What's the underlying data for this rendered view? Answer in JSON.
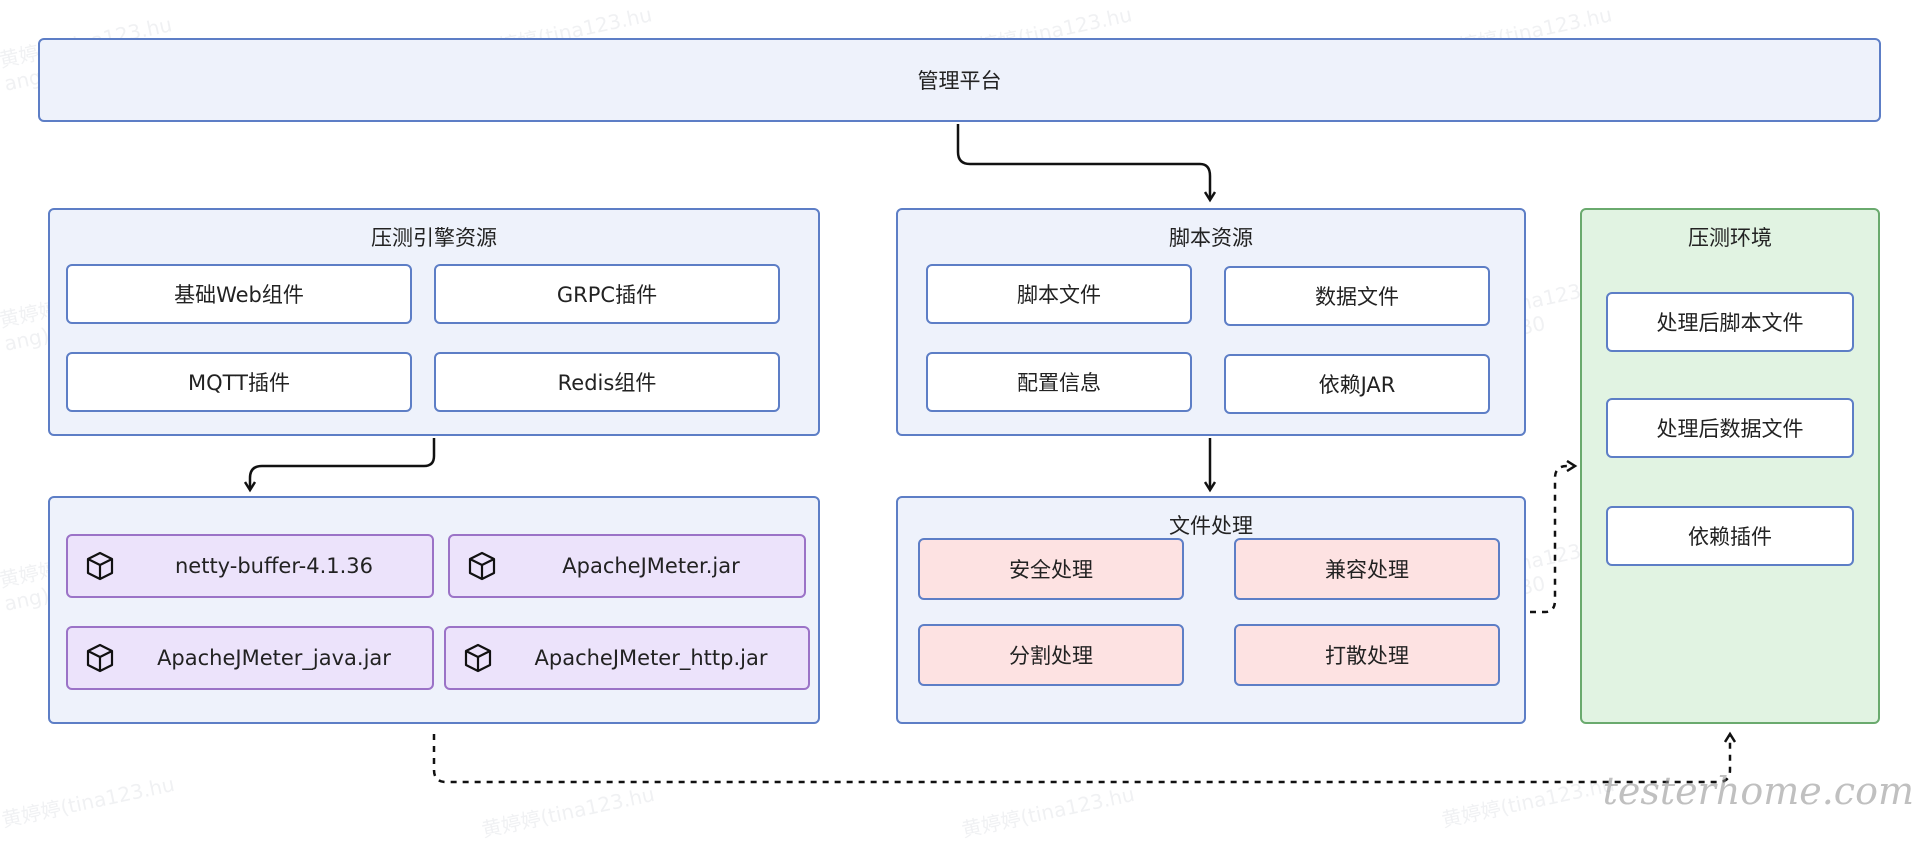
{
  "platform": {
    "title": "管理平台"
  },
  "engine": {
    "title": "压测引擎资源",
    "items": [
      "基础Web组件",
      "GRPC插件",
      "MQTT插件",
      "Redis组件"
    ]
  },
  "jars": {
    "items": [
      "netty-buffer-4.1.36",
      "ApacheJMeter.jar",
      "ApacheJMeter_java.jar",
      "ApacheJMeter_http.jar"
    ],
    "icon": "package-icon"
  },
  "script": {
    "title": "脚本资源",
    "items": [
      "脚本文件",
      "数据文件",
      "配置信息",
      "依赖JAR"
    ]
  },
  "process": {
    "title": "文件处理",
    "items": [
      "安全处理",
      "兼容处理",
      "分割处理",
      "打散处理"
    ]
  },
  "env": {
    "title": "压测环境",
    "items": [
      "处理后脚本文件",
      "处理后数据文件",
      "依赖插件"
    ]
  },
  "watermark": "黄婷婷(tina123.hu\nang) 8780",
  "signature": "testerhome.com",
  "colors": {
    "panel_border": "#5d7ec6",
    "panel_fill": "#eef2fb",
    "green_border": "#6aaa6e",
    "green_fill": "#e1f3e2",
    "purple_border": "#9b73c7",
    "purple_fill": "#ece3fb",
    "pink_fill": "#fde2e2"
  }
}
